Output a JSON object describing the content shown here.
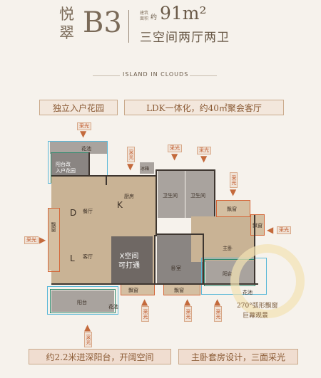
{
  "header": {
    "name_top": "悦",
    "name_bottom": "翠",
    "unit_code": "B3",
    "area_caption_1": "建筑",
    "area_caption_2": "面积",
    "area_approx": "约",
    "area_value": "91m²",
    "layout": "三空间两厅两卫"
  },
  "tagline": "ISLAND IN CLOUDS",
  "callouts": {
    "entry_garden": "独立入户花园",
    "ldk": "LDK一体化，约40㎡聚会客厅",
    "balcony": "约2.2米进深阳台，开阔空间",
    "master": "主卧套房设计，三面采光",
    "bay_window": "270°弧形飘窗",
    "bay_window_2": "巨幕观景"
  },
  "rooms": {
    "planter_top": "花池",
    "entry_garden": "阳台改\n入户花园",
    "kitchen": "厨房",
    "kitchen_letter": "K",
    "fridge": "冰箱",
    "bath1": "卫生间",
    "bath2": "卫生间",
    "bay_left": "飘窗",
    "dining": "餐厅",
    "dining_letter": "D",
    "living": "客厅",
    "living_letter": "L",
    "x_space": "X空间\n可打通",
    "bedroom": "卧室",
    "master": "主卧",
    "bay_master": "飘窗",
    "bay_right": "飘窗",
    "master_balcony": "阳台",
    "balcony": "阳台",
    "planter_bottom": "花池",
    "bay_bottom1": "飘窗",
    "bay_bottom2": "飘窗",
    "planter_right": "花池"
  },
  "light": "采光"
}
